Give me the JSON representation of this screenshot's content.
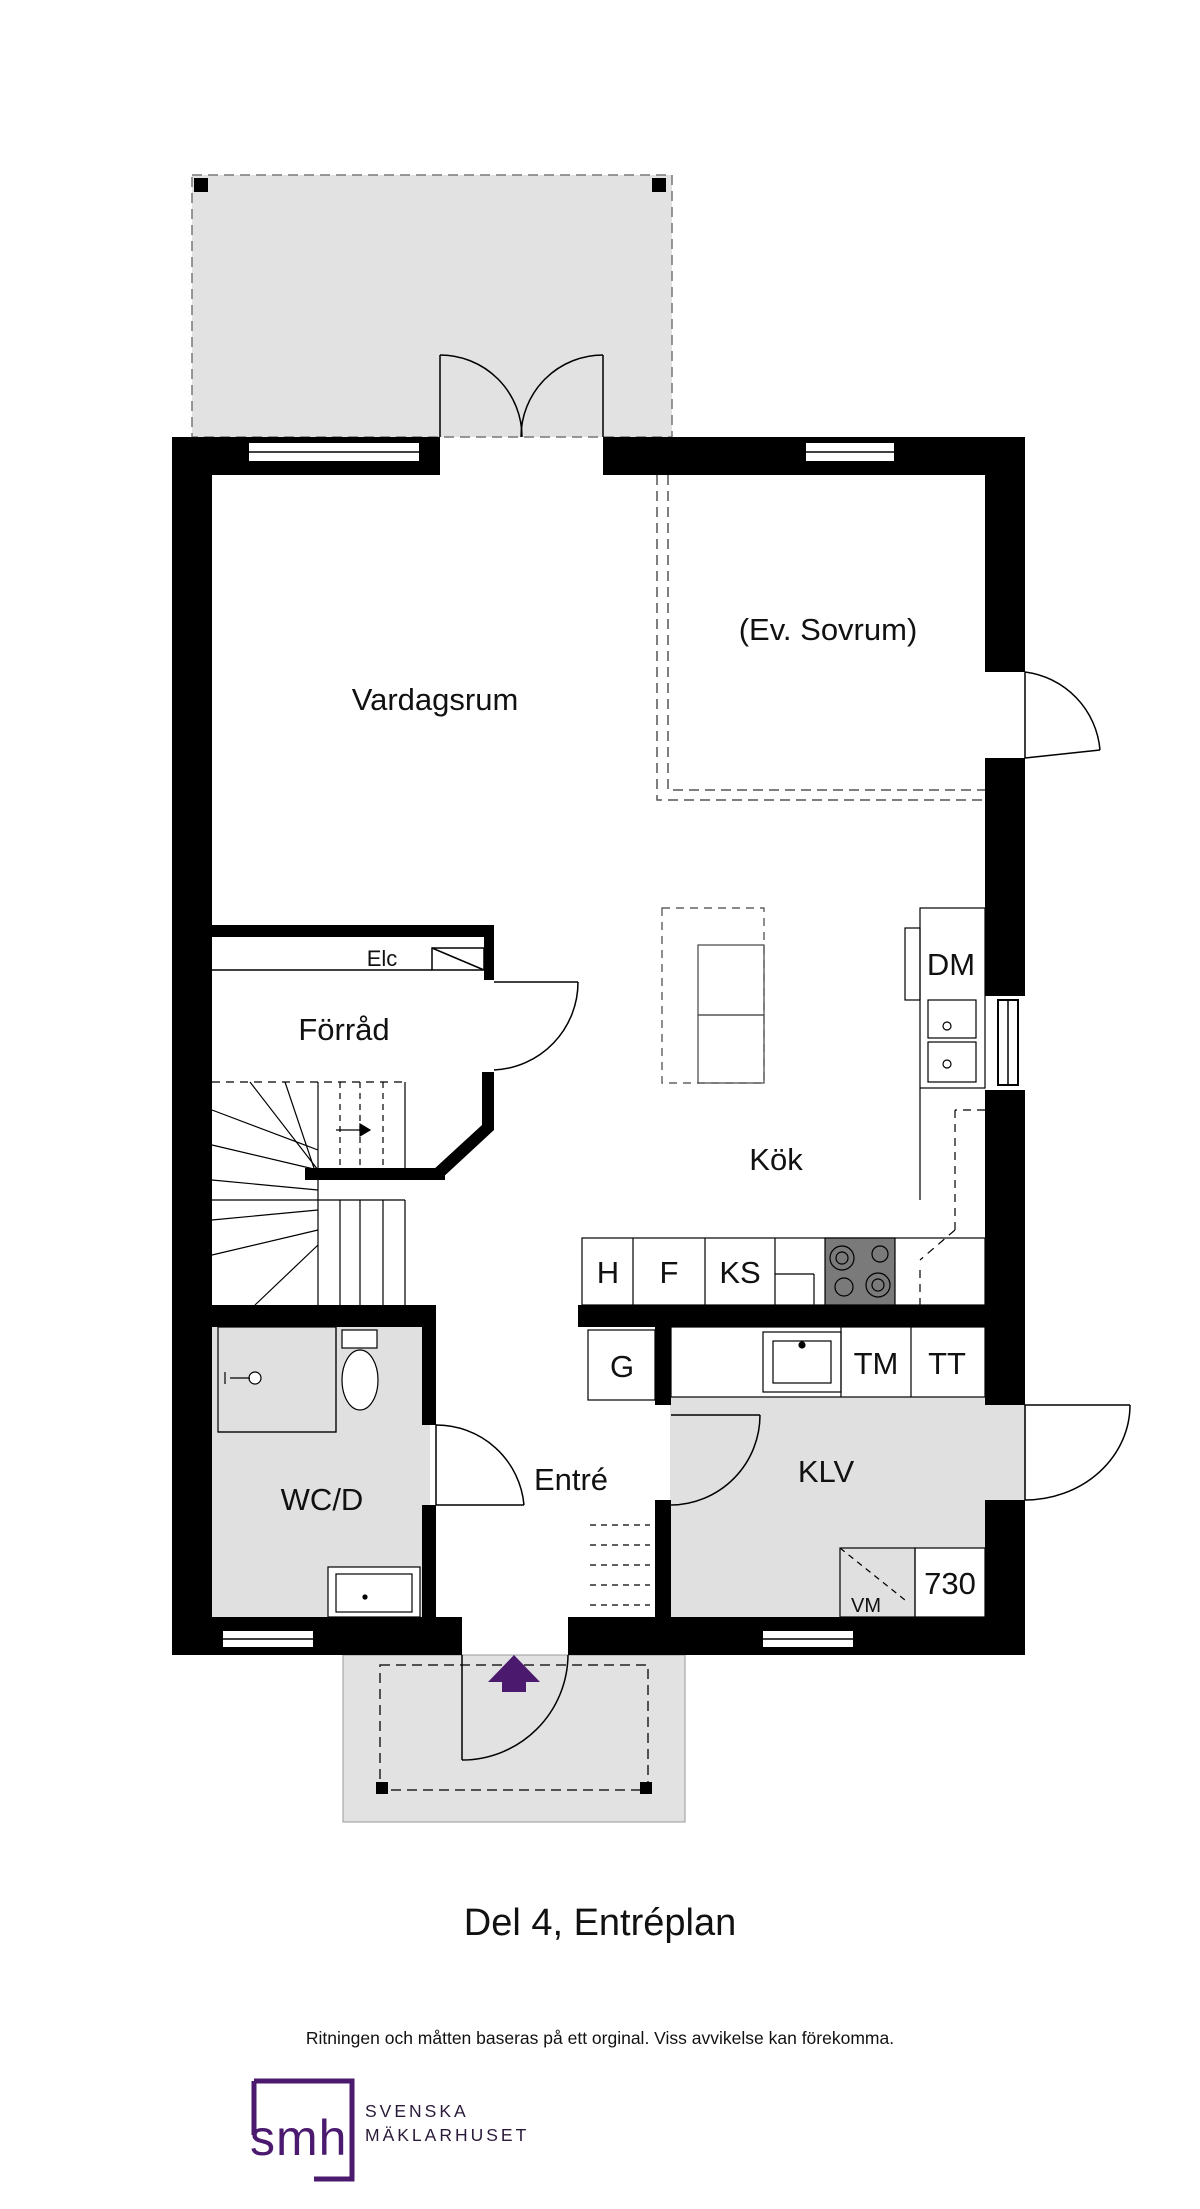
{
  "rooms": {
    "vardagsrum": "Vardagsrum",
    "ev_sovrum": "(Ev. Sovrum)",
    "forrad": "Förråd",
    "elc": "Elc",
    "kok": "Kök",
    "dm": "DM",
    "h": "H",
    "f": "F",
    "ks": "KS",
    "g": "G",
    "tm": "TM",
    "tt": "TT",
    "wcd": "WC/D",
    "entre": "Entré",
    "klv": "KLV",
    "vm": "VM",
    "num730": "730"
  },
  "caption": "Del 4, Entréplan",
  "disclaimer": "Ritningen och måtten baseras på ett orginal. Viss avvikelse kan förekomma.",
  "logo": {
    "mark": "smh",
    "line1": "SVENSKA",
    "line2": "MÄKLARHUSET"
  },
  "colors": {
    "wall": "#000000",
    "shaded": "#e0e0e0",
    "arrow": "#4b1a6e",
    "logo": "#4b1a6e"
  }
}
